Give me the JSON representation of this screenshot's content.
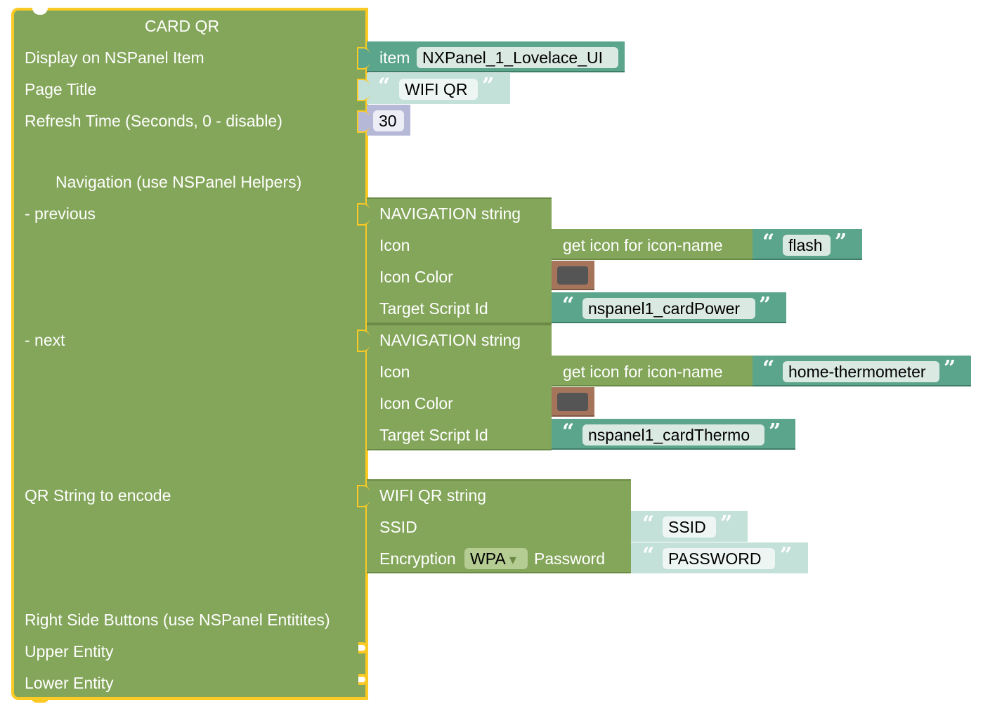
{
  "card": {
    "title": "CARD QR",
    "rows": {
      "display_item": "Display on NSPanel Item",
      "page_title": "Page Title",
      "refresh_time": "Refresh Time (Seconds, 0 - disable)",
      "navigation_header": "Navigation (use NSPanel Helpers)",
      "previous": "- previous",
      "next": "- next",
      "qr_string": "QR String to encode",
      "right_buttons": "Right Side Buttons (use NSPanel Entitites)",
      "upper_entity": "Upper Entity",
      "lower_entity": "Lower Entity"
    }
  },
  "item_block": {
    "label": "item",
    "value": "NXPanel_1_Lovelace_UI"
  },
  "page_title_block": {
    "value": "WIFI QR"
  },
  "refresh_block": {
    "value": "30"
  },
  "nav_prev": {
    "header": "NAVIGATION string",
    "icon_label": "Icon",
    "icon_color_label": "Icon Color",
    "target_label": "Target Script Id",
    "get_icon": "get icon for icon-name",
    "icon_name": "flash",
    "target_value": "nspanel1_cardPower"
  },
  "nav_next": {
    "header": "NAVIGATION string",
    "icon_label": "Icon",
    "icon_color_label": "Icon Color",
    "target_label": "Target Script Id",
    "get_icon": "get icon for icon-name",
    "icon_name": "home-thermometer",
    "target_value": "nspanel1_cardThermo"
  },
  "wifi": {
    "header": "WIFI QR string",
    "ssid_label": "SSID",
    "encryption_label": "Encryption",
    "encryption_value": "WPA",
    "password_label": "Password",
    "ssid_value": "SSID",
    "password_value": "PASSWORD"
  },
  "quote_open": "“",
  "quote_close": "”",
  "dropdown_arrow": "▾",
  "colors": {
    "main_green": "#84a65a",
    "selected_outline": "#fcca24",
    "item_teal": "#5ba58c",
    "text_light": "#c3e1d8",
    "number_lavender": "#b6b8d7",
    "color_brown": "#a5745b",
    "color_swatch": "#555555"
  }
}
